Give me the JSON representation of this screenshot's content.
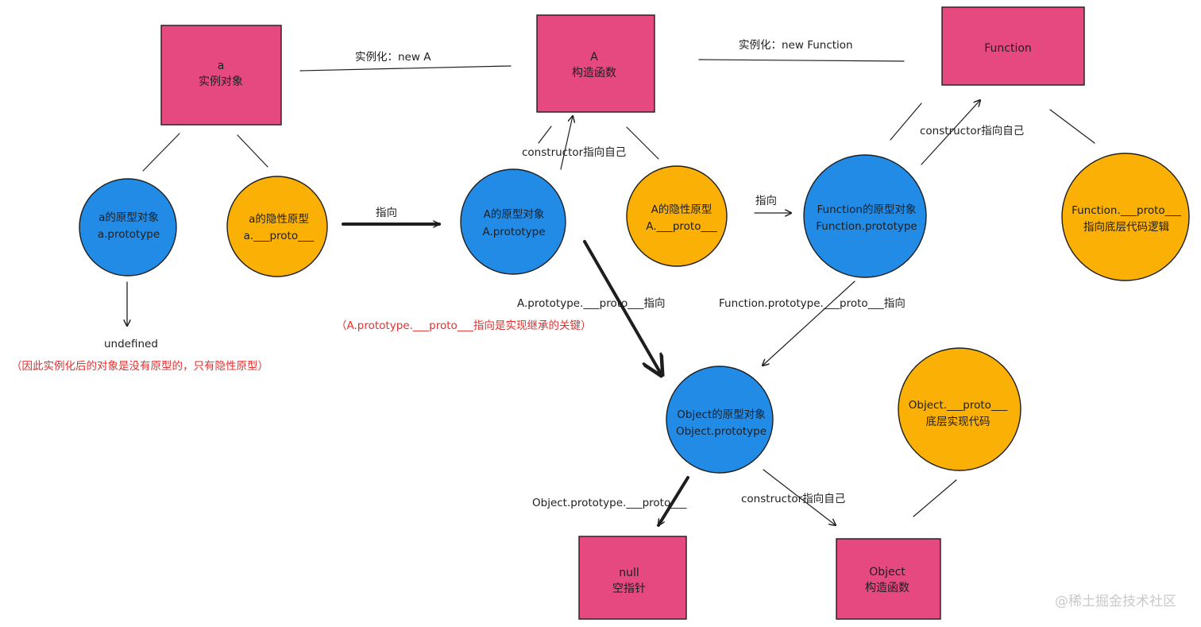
{
  "colors": {
    "pink": "#e64980",
    "blue": "#228be6",
    "yellow": "#fab005",
    "stroke": "#1e1e1e",
    "note_red": "#e03131",
    "watermark": "#c9c9c9"
  },
  "nodes": {
    "a_instance": {
      "line1": "a",
      "line2": "实例对象"
    },
    "A_constructor": {
      "line1": "A",
      "line2": "构造函数"
    },
    "Function_box": {
      "line1": "Function"
    },
    "a_prototype": {
      "line1": "a的原型对象",
      "line2": "a.prototype"
    },
    "a_proto": {
      "line1": "a的隐性原型",
      "line2": "a.___proto___"
    },
    "A_prototype": {
      "line1": "A的原型对象",
      "line2": "A.prototype"
    },
    "A_proto": {
      "line1": "A的隐性原型",
      "line2": "A.___proto___"
    },
    "Function_prototype": {
      "line1": "Function的原型对象",
      "line2": "Function.prototype"
    },
    "Function_proto": {
      "line1": "Function.___proto___",
      "line2": "指向底层代码逻辑"
    },
    "Object_prototype": {
      "line1": "Object的原型对象",
      "line2": "Object.prototype"
    },
    "Object_proto": {
      "line1": "Object.___proto___",
      "line2": "底层实现代码"
    },
    "null_box": {
      "line1": "null",
      "line2": "空指针"
    },
    "Object_constructor": {
      "line1": "Object",
      "line2": "构造函数"
    }
  },
  "labels": {
    "new_A": "实例化：new A",
    "new_Function": "实例化：new Function",
    "constructor_A": "constructor指向自己",
    "constructor_Function": "constructor指向自己",
    "constructor_Object": "constructor指向自己",
    "points_to_1": "指向",
    "points_to_2": "指向",
    "undefined": "undefined",
    "A_proto_chain": "A.prototype.___proto___指向",
    "Function_proto_chain": "Function.prototype.___proto___指向",
    "Object_proto_chain": "Object.prototype.___proto___"
  },
  "notes": {
    "no_prototype": "（因此实例化后的对象是没有原型的，只有隐性原型）",
    "inheritance_key": "（A.prototype.___proto___指向是实现继承的关键）"
  },
  "watermark": "@稀土掘金技术社区"
}
